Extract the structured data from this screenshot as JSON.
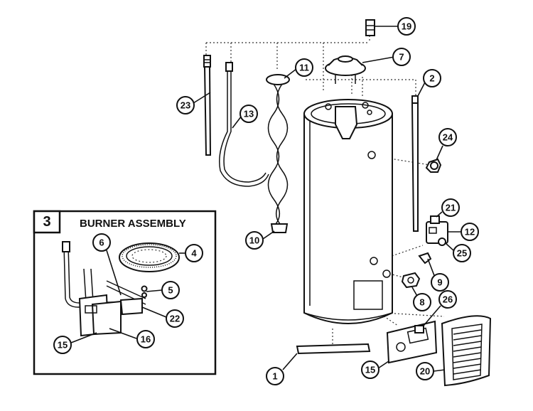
{
  "inset": {
    "number": "3",
    "title": "BURNER ASSEMBLY"
  },
  "callouts": {
    "c1": "1",
    "c2": "2",
    "c4": "4",
    "c5": "5",
    "c6": "6",
    "c7": "7",
    "c8": "8",
    "c9": "9",
    "c10": "10",
    "c11": "11",
    "c12": "12",
    "c13": "13",
    "c15": "15",
    "c15b": "15",
    "c16": "16",
    "c19": "19",
    "c20": "20",
    "c21": "21",
    "c22": "22",
    "c23": "23",
    "c24": "24",
    "c25": "25",
    "c26": "26"
  }
}
